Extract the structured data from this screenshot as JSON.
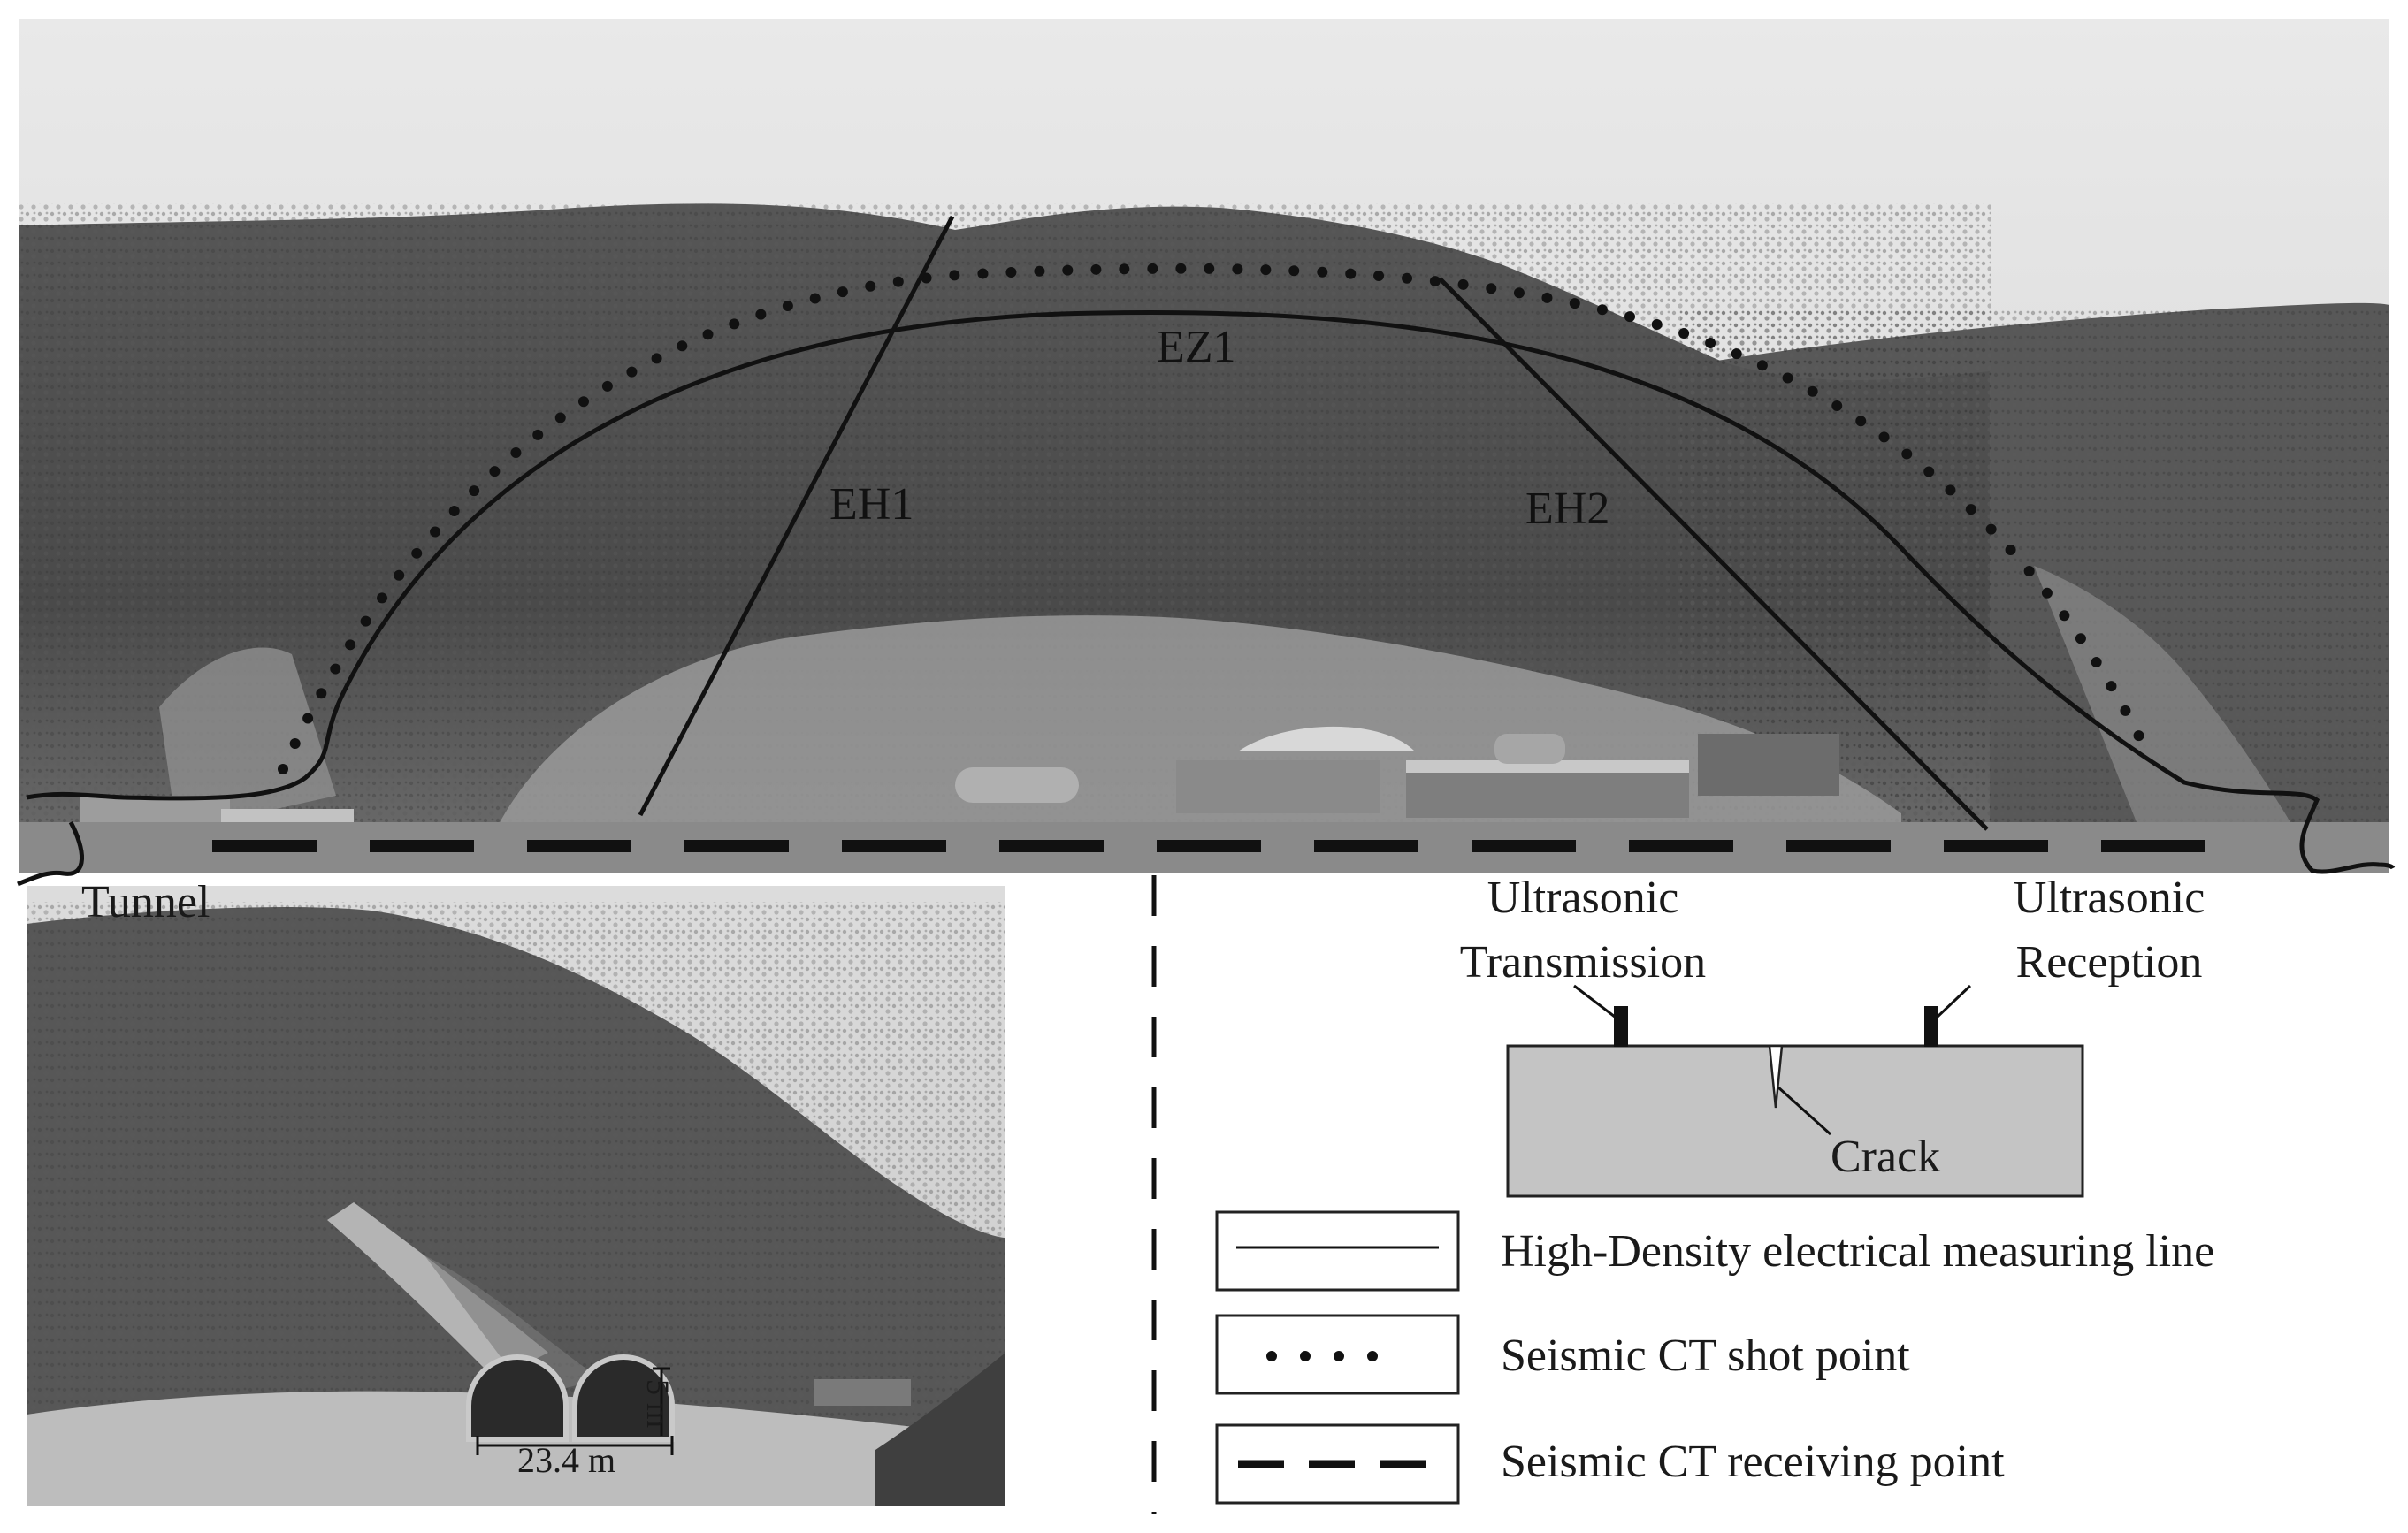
{
  "photo_labels": {
    "ez1": "EZ1",
    "eh1": "EH1",
    "eh2": "EH2",
    "tunnel": "Tunnel"
  },
  "inset": {
    "height_label": "5 m",
    "width_label": "23.4 m"
  },
  "ultrasonic": {
    "transmission_line1": "Ultrasonic",
    "transmission_line2": "Transmission",
    "reception_line1": "Ultrasonic",
    "reception_line2": "Reception",
    "crack": "Crack"
  },
  "legend": [
    {
      "label": "High-Density electrical measuring line",
      "style": "solid"
    },
    {
      "label": "Seismic CT shot point",
      "style": "dotted"
    },
    {
      "label": "Seismic CT receiving point",
      "style": "dashed"
    }
  ],
  "colors": {
    "line": "#111111",
    "sky": "#e4e4e4",
    "mountain_dark": "#4a4a4a",
    "mountain_mid": "#6a6a6a",
    "specimen": "#c4c4c4"
  }
}
